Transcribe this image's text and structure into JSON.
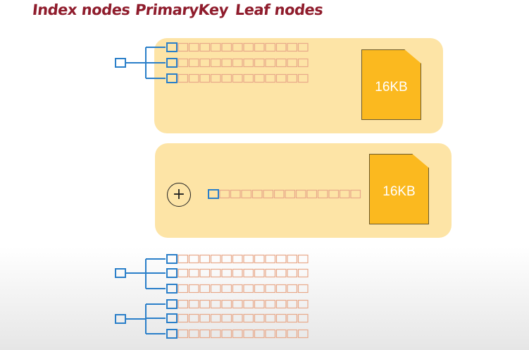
{
  "headers": {
    "index_nodes": "Index nodes",
    "primary_key": "PrimaryKey",
    "leaf_nodes": "Leaf nodes"
  },
  "page1": {
    "size_label": "16KB"
  },
  "page2": {
    "size_label": "16KB",
    "action_icon": "plus-circle-icon"
  },
  "colors": {
    "header_text": "#8f1c2c",
    "panel_fill": "#fde4a6",
    "page_fill": "#fbb91f",
    "index_blue": "#2a7fc9",
    "leaf_border": "#e8a98a"
  }
}
